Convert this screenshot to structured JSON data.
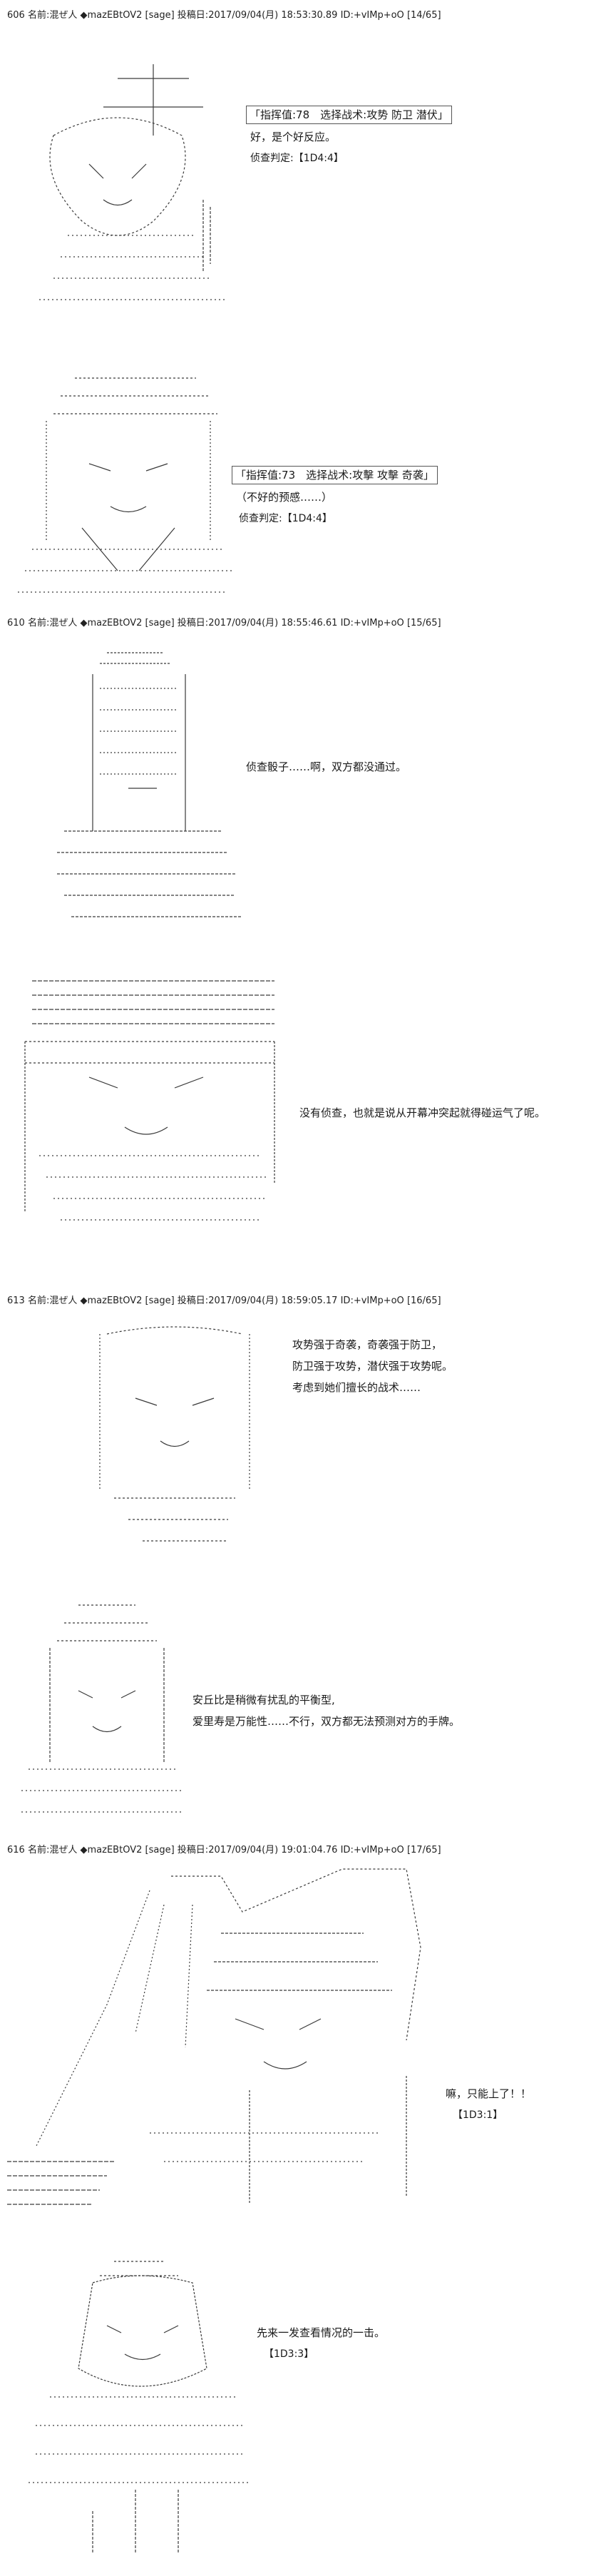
{
  "posts": [
    {
      "number": "606",
      "name_label": "名前:",
      "name": "混ぜ人",
      "trip": "◆mazEBtOV2",
      "mail": "[sage]",
      "date_label": "投稿日:",
      "date": "2017/09/04(月) 18:53:30.89",
      "id": "ID:+vIMp+oO",
      "page": "[14/65]"
    },
    {
      "number": "610",
      "name_label": "名前:",
      "name": "混ぜ人",
      "trip": "◆mazEBtOV2",
      "mail": "[sage]",
      "date_label": "投稿日:",
      "date": "2017/09/04(月) 18:55:46.61",
      "id": "ID:+vIMp+oO",
      "page": "[15/65]"
    },
    {
      "number": "613",
      "name_label": "名前:",
      "name": "混ぜ人",
      "trip": "◆mazEBtOV2",
      "mail": "[sage]",
      "date_label": "投稿日:",
      "date": "2017/09/04(月) 18:59:05.17",
      "id": "ID:+vIMp+oO",
      "page": "[16/65]"
    },
    {
      "number": "616",
      "name_label": "名前:",
      "name": "混ぜ人",
      "trip": "◆mazEBtOV2",
      "mail": "[sage]",
      "date_label": "投稿日:",
      "date": "2017/09/04(月) 19:01:04.76",
      "id": "ID:+vIMp+oO",
      "page": "[17/65]"
    }
  ],
  "panels": [
    {
      "lines": [
        "「指挥值:78　选择战术:攻势 防卫 潜伏」",
        "好，是个好反应。",
        "侦查判定:【1D4:4】"
      ]
    },
    {
      "lines": [
        "「指挥值:73　选择战术:攻擊 攻擊 奇袭」",
        "（不好的预感……）",
        "侦查判定:【1D4:4】"
      ]
    },
    {
      "lines": [
        "侦查骰子……啊，双方都没通过。"
      ]
    },
    {
      "lines": [
        "没有侦查，也就是说从开幕冲突起就得碰运气了呢。"
      ]
    },
    {
      "lines": [
        "攻势强于奇袭，奇袭强于防卫，",
        "防卫强于攻势，潜伏强于攻势呢。",
        "考虑到她们擅长的战术……"
      ]
    },
    {
      "lines": [
        "安丘比是稍微有扰乱的平衡型,",
        "爱里寿是万能性……不行，双方都无法预测对方的手牌。"
      ]
    },
    {
      "lines": [
        "嘛，只能上了！！",
        "【1D3:1】"
      ]
    },
    {
      "lines": [
        "先来一发查看情况的一击。",
        "【1D3:3】"
      ]
    }
  ],
  "colors": {
    "text": "#1a1a1a",
    "ascii_art": "#3a3a3a",
    "background": "#ffffff"
  }
}
